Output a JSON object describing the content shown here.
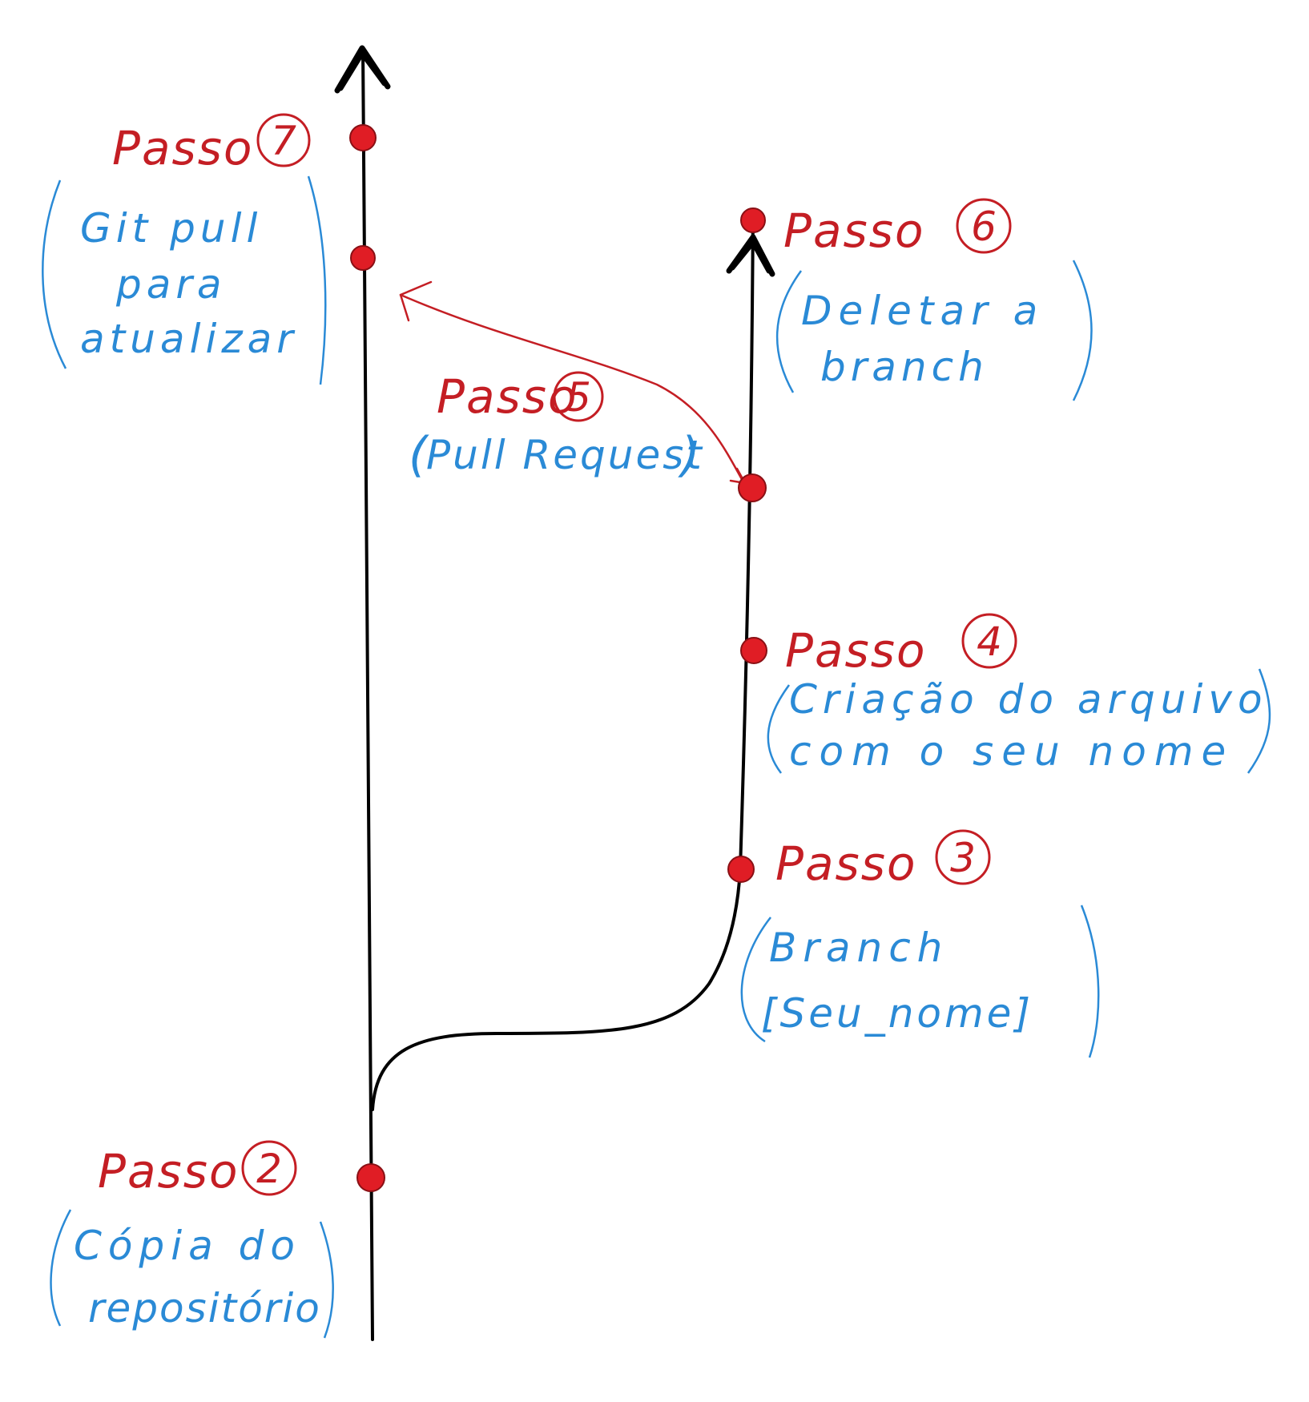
{
  "colors": {
    "line": "#000000",
    "commit": "#e01d25",
    "step": "#c41e24",
    "description": "#2a8ad6",
    "pr_arrow": "#c41e24"
  },
  "steps": [
    {
      "id": "2",
      "word": "Passo",
      "number": "2",
      "lines": [
        "Cópia do",
        "repositório"
      ]
    },
    {
      "id": "3",
      "word": "Passo",
      "number": "3",
      "lines": [
        "Branch",
        "[Seu_nome]"
      ]
    },
    {
      "id": "4",
      "word": "Passo",
      "number": "4",
      "lines": [
        "Criação do arquivo",
        "com o seu nome"
      ]
    },
    {
      "id": "5",
      "word": "Passo",
      "number": "5",
      "lines": [
        "Pull Request"
      ]
    },
    {
      "id": "6",
      "word": "Passo",
      "number": "6",
      "lines": [
        "Deletar a",
        "branch"
      ]
    },
    {
      "id": "7",
      "word": "Passo",
      "number": "7",
      "lines": [
        "Git pull",
        "para",
        "atualizar"
      ]
    }
  ]
}
